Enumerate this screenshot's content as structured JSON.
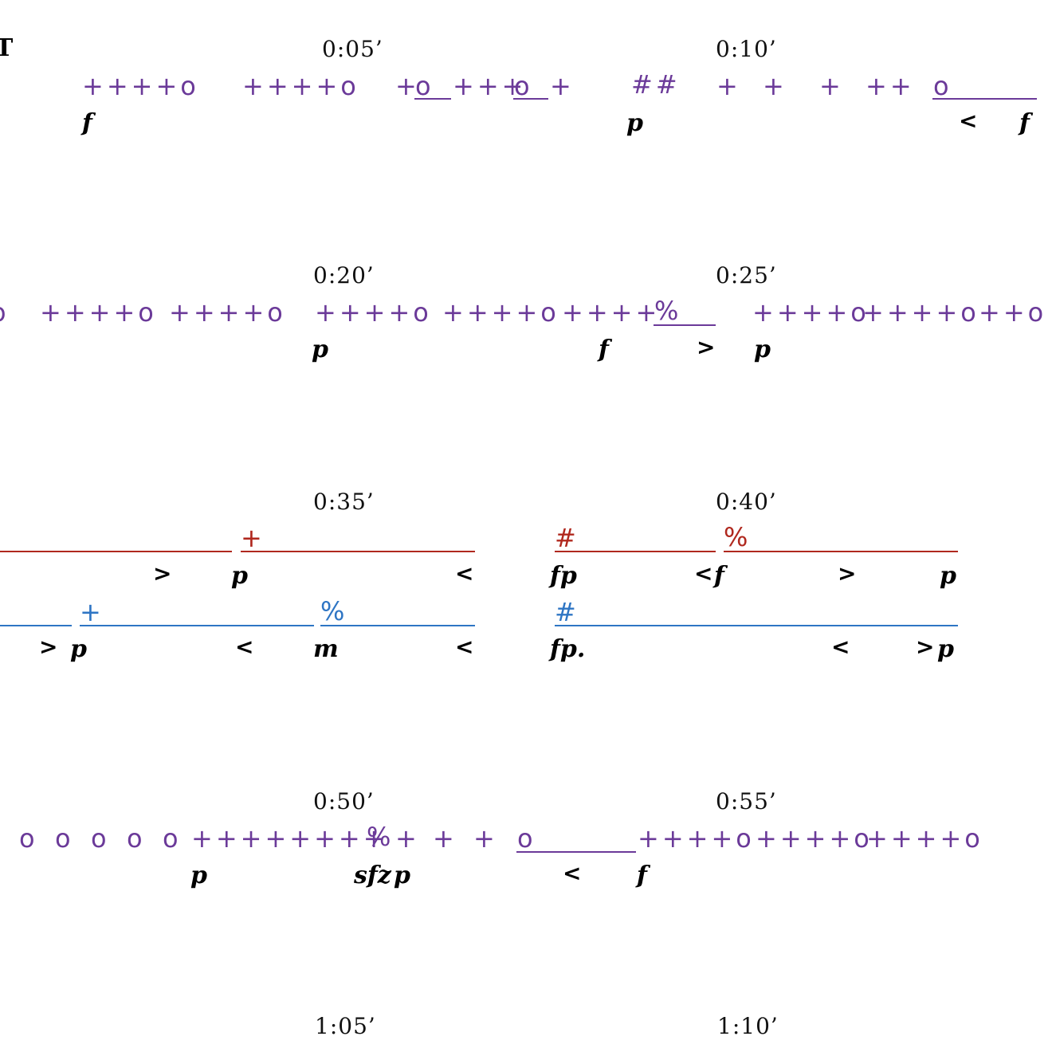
{
  "colors": {
    "purple": "#6b3a99",
    "red": "#b0281e",
    "blue": "#2e75c4",
    "black": "#000000"
  },
  "header": {
    "label": "T"
  },
  "times": [
    "0:05’",
    "0:10’",
    "0:20’",
    "0:25’",
    "0:35’",
    "0:40’",
    "0:50’",
    "0:55’",
    "1:05’",
    "1:10’"
  ],
  "system1": {
    "symbols": [
      "++++o",
      "++++o",
      "+",
      "o",
      "+++",
      "o",
      "+",
      "##",
      "+",
      "+",
      "+",
      "++",
      "o"
    ],
    "dynamics": [
      "f",
      "p",
      "<",
      "f"
    ]
  },
  "system2": {
    "symbols": [
      "o",
      "++++o",
      "++++o",
      "++++o",
      "++++o",
      "++++",
      "%",
      "++++o",
      "++++o",
      "++o"
    ],
    "dynamics": [
      "p",
      "f",
      ">",
      "p"
    ]
  },
  "system3": {
    "red": {
      "symbols": [
        "+",
        "#",
        "%"
      ],
      "dynamics": [
        ">",
        "p",
        "<",
        "fp",
        "<",
        "f",
        ">",
        "p"
      ]
    },
    "blue": {
      "symbols": [
        "+",
        "%",
        "#"
      ],
      "dynamics": [
        ">",
        "p",
        "<",
        "m",
        "<",
        "fp.",
        "<",
        ">",
        "p"
      ]
    }
  },
  "system4": {
    "symbols": [
      "o",
      "o",
      "o",
      "o",
      "o",
      "++++++++",
      "%",
      "+",
      "+",
      "+",
      "o",
      "++++o",
      "++++o",
      "++++o"
    ],
    "dynamics": [
      "p",
      "sfz",
      "p",
      "<",
      "f"
    ]
  }
}
